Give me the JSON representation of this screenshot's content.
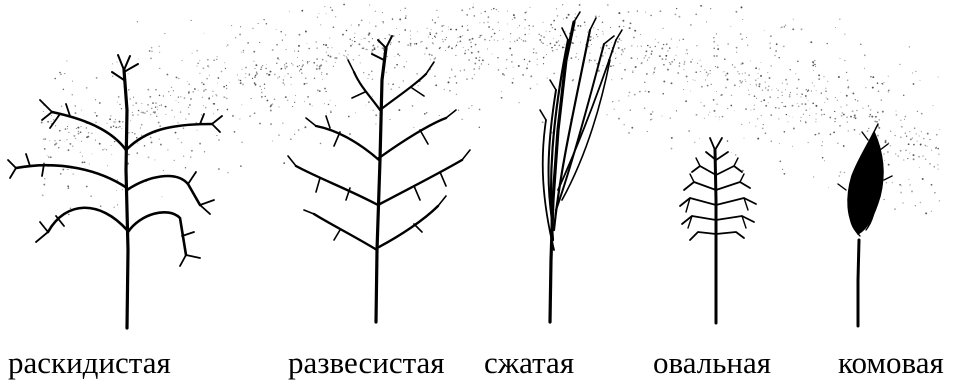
{
  "panicles": [
    {
      "id": "spreading",
      "label": "раскидистая"
    },
    {
      "id": "drooping",
      "label": "развесистая"
    },
    {
      "id": "compressed",
      "label": "сжатая"
    },
    {
      "id": "oval",
      "label": "овальная"
    },
    {
      "id": "clumped",
      "label": "комовая"
    }
  ],
  "colors": {
    "ink": "#000000",
    "stipple": "#2a2a2a",
    "background": "#ffffff"
  }
}
